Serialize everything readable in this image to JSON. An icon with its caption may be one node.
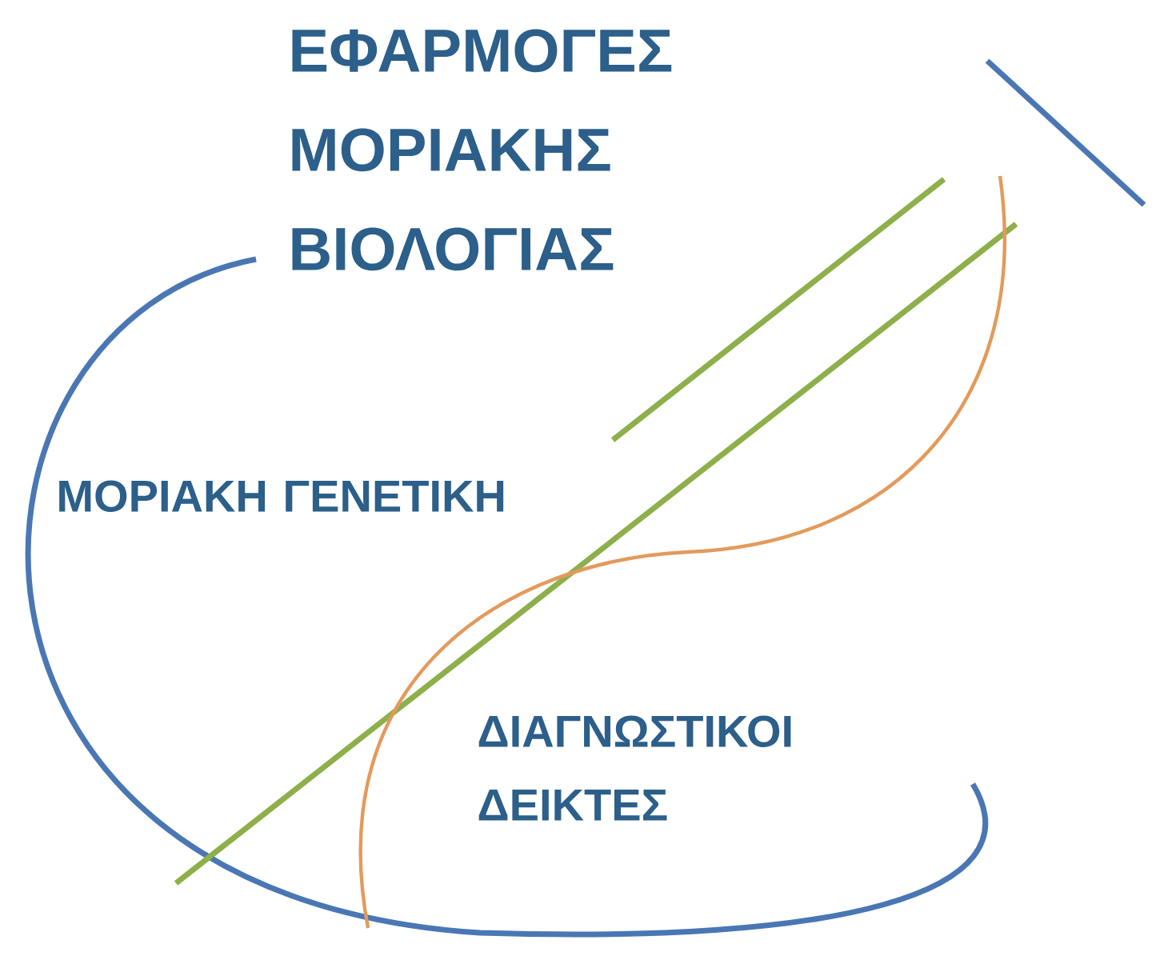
{
  "diagram": {
    "title": "ΕΦΑΡΜΟΓΕΣ ΜΟΡΙΑΚΗΣ ΒΙΟΛΟΓΙΑΣ",
    "labels": [
      "ΜΟΡΙΑΚΗ ΓΕΝΕΤΙΚΗ",
      "ΔΙΑΓΝΩΣΤΙΚΟΙ ΔΕΙΚΤΕΣ"
    ]
  }
}
